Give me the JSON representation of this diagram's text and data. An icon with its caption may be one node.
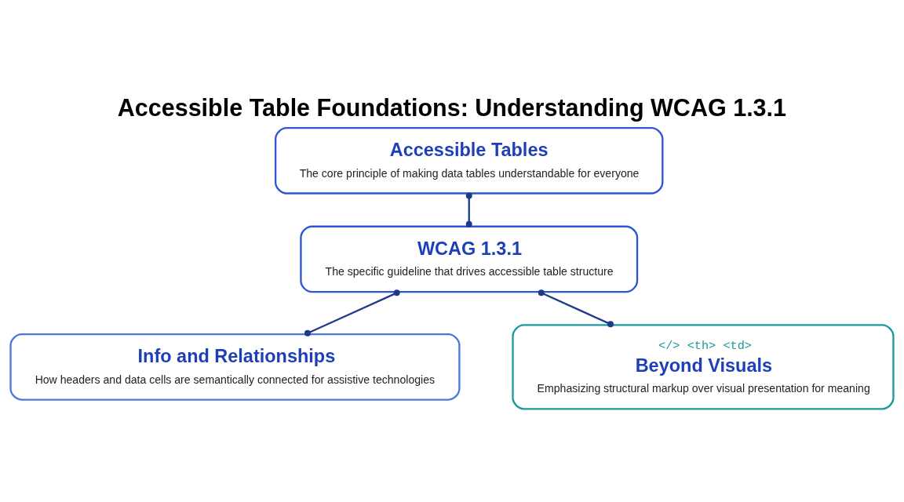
{
  "diagram": {
    "title": "Accessible Table Foundations: Understanding WCAG 1.3.1",
    "nodes": [
      {
        "text": [
          "Accessible Tables",
          "The core principle of making data tables understandable for everyone"
        ]
      },
      {
        "text": [
          "WCAG 1.3.1",
          "The specific guideline that drives accessible table structure"
        ]
      },
      {
        "text": [
          "Info and Relationships",
          "How headers and data cells are semantically connected for assistive technologies"
        ]
      },
      {
        "text": [
          "</> <th> <td>",
          "Beyond Visuals",
          "Emphasizing structural markup over visual presentation for meaning"
        ]
      }
    ],
    "edges": [
      {
        "from": 0,
        "to": 1,
        "arrow": "other"
      },
      {
        "from": 1,
        "to": 2,
        "arrow": "other"
      },
      {
        "from": 1,
        "to": 3,
        "arrow": "other"
      }
    ]
  }
}
